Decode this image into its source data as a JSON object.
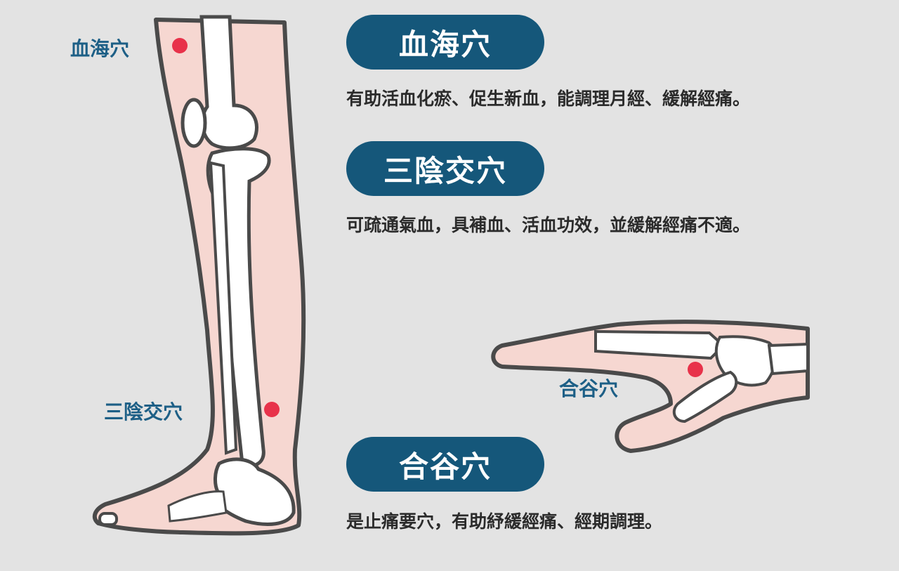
{
  "leg_labels": {
    "xuehai": "血海穴",
    "sanyinjiao": "三陰交穴"
  },
  "hand_label": "合谷穴",
  "cards": [
    {
      "title": "血海穴",
      "description": "有助活血化瘀、促生新血，能調理月經、緩解經痛。"
    },
    {
      "title": "三陰交穴",
      "description": "可疏通氣血，具補血、活血功效，並緩解經痛不適。"
    },
    {
      "title": "合谷穴",
      "description": "是止痛要穴，有助紓緩經痛、經期調理。"
    }
  ],
  "colors": {
    "background": "#e3e3e3",
    "pill": "#15577a",
    "label": "#1d5f86",
    "point": "#e8324a",
    "skin": "#f6d7d1",
    "bone": "#ffffff",
    "outline": "#4a4a4a"
  }
}
